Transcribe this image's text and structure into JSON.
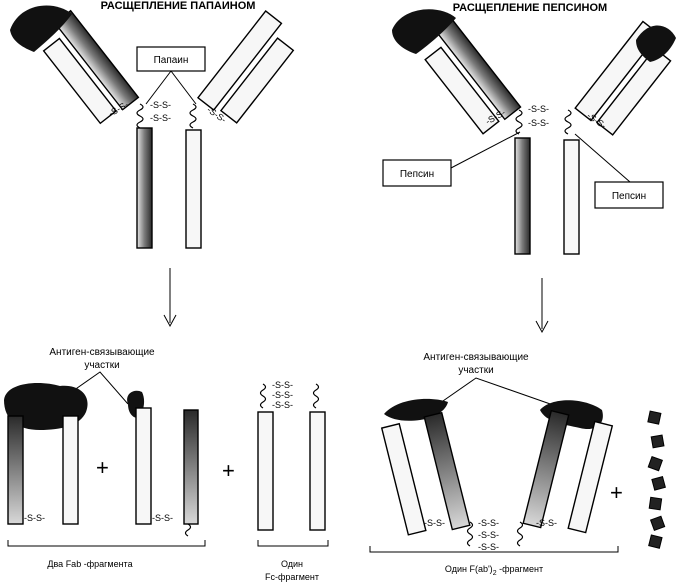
{
  "titles": {
    "papain": "РАСЩЕПЛЕНИЕ ПАПАИНОМ",
    "pepsin": "РАСЩЕПЛЕНИЕ ПЕПСИНОМ"
  },
  "enzymes": {
    "papain": "Папаин",
    "pepsin_left": "Пепсин",
    "pepsin_right": "Пепсин"
  },
  "disulfide": "-S-S-",
  "labels": {
    "antigen_left_1": "Антиген-связывающие",
    "antigen_left_2": "участки",
    "antigen_right_1": "Антиген-связывающие",
    "antigen_right_2": "участки",
    "two_fab": "Два Fab -фрагмента",
    "one_fc_1": "Один",
    "one_fc_2": "Fc-фрагмент",
    "one_fab2_a": "Один  F(ab",
    "one_fab2_b": "')",
    "one_fab2_sub": "2",
    "one_fab2_c": " -фрагмент"
  },
  "symbols": {
    "plus": "+"
  },
  "colors": {
    "ink": "#000000",
    "dark_fill": "#3a3a3a",
    "light_fill": "#f7f7f7",
    "blob": "#111111"
  }
}
